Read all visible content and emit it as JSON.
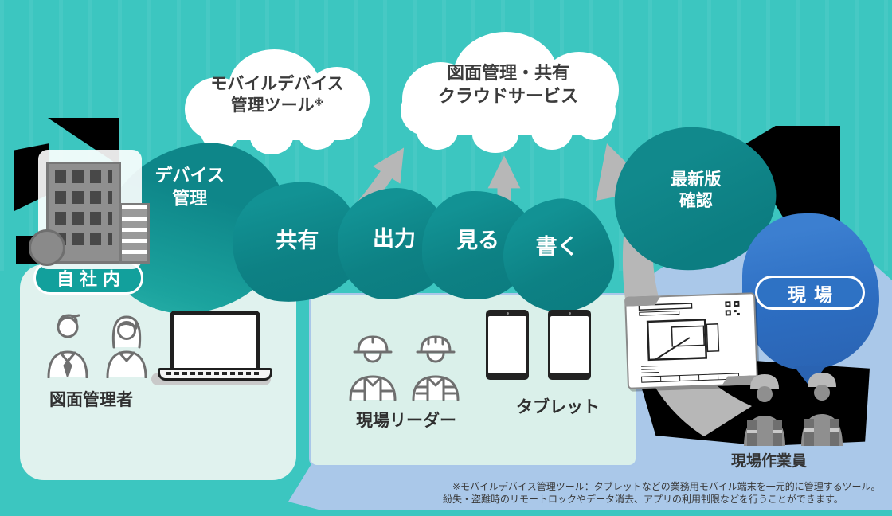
{
  "clouds": {
    "mdm": {
      "line1": "モバイルデバイス",
      "line2": "管理ツール",
      "note_mark": "※"
    },
    "service": {
      "line1": "図面管理・共有",
      "line2": "クラウドサービス"
    }
  },
  "blobs": {
    "device_mgmt": {
      "line1": "デバイス",
      "line2": "管理"
    },
    "share": "共有",
    "output": "出力",
    "view": "見る",
    "write": "書く",
    "latest": {
      "line1": "最新版",
      "line2": "確認"
    }
  },
  "areas": {
    "office": "自社内",
    "site": "現場"
  },
  "labels": {
    "drawing_admin": "図面管理者",
    "site_leader": "現場リーダー",
    "tablet": "タブレット",
    "site_worker": "現場作業員"
  },
  "footnote": {
    "line1": "※モバイルデバイス管理ツール：タブレットなどの業務用モバイル端末を一元的に管理するツール。",
    "line2": "紛失・盗難時のリモートロックやデータ消去、アプリの利用制限などを行うことができます。"
  },
  "colors": {
    "background_teal": "#3cc6c0",
    "blob_teal": "#0d8184",
    "site_blue": "#2e72c4",
    "light_blue": "#aac8e9",
    "panel_mint": "#e0f2ee",
    "arrow_gray": "#b7b7b7",
    "text_dark": "#3a3a3a"
  }
}
